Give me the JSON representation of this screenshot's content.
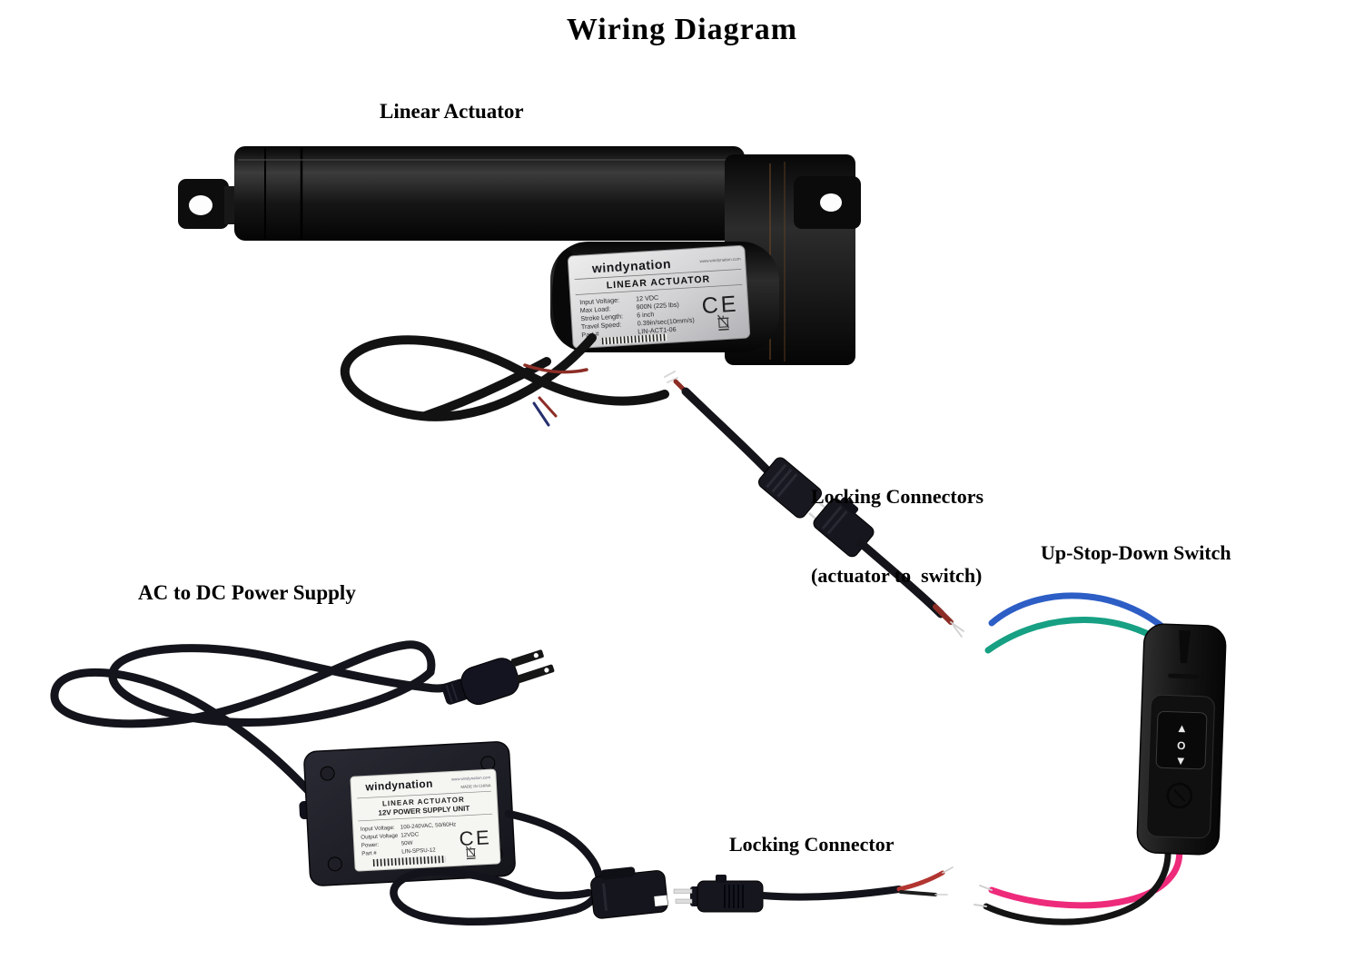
{
  "title": "Wiring Diagram",
  "annotations": {
    "linear_actuator": "Linear Actuator",
    "locking_connectors_line1": "Locking Connectors",
    "locking_connectors_line2": "(actuator to  switch)",
    "up_stop_down_switch": "Up-Stop-Down Switch",
    "ac_to_dc_power_supply": "AC to DC Power Supply",
    "locking_connector": "Locking Connector"
  },
  "actuator_plate": {
    "brand": "windynation",
    "website": "www.windynation.com",
    "product": "LINEAR ACTUATOR",
    "spec_labels": [
      "Input Voltage:",
      "Max Load:",
      "Stroke Length:",
      "Travel Speed:",
      "Part #"
    ],
    "spec_values": [
      "12 VDC",
      "900N (225 lbs)",
      "6 inch",
      "0.39in/sec(10mm/s)",
      "LIN-ACT1-06"
    ],
    "ce_mark": "CE"
  },
  "psu_plate": {
    "brand": "windynation",
    "website": "www.windynation.com",
    "made_in": "MADE IN CHINA",
    "product_line1": "LINEAR ACTUATOR",
    "product_line2": "12V POWER SUPPLY UNIT",
    "spec_labels": [
      "Input Voltage:",
      "Output Voltage",
      "Power:",
      "Part #"
    ],
    "spec_values": [
      "100-240VAC, 50/60Hz",
      "12VDC",
      "50W",
      "LIN-SPSU-12"
    ],
    "ce_mark": "CE"
  },
  "switch_control": {
    "up": "▲",
    "stop": "O",
    "down": "▼"
  },
  "wire_colors": {
    "blue": "#2d5ec6",
    "green": "#17a083",
    "pink": "#ee2a7b",
    "red": "#8c2d26",
    "black": "#141414"
  }
}
